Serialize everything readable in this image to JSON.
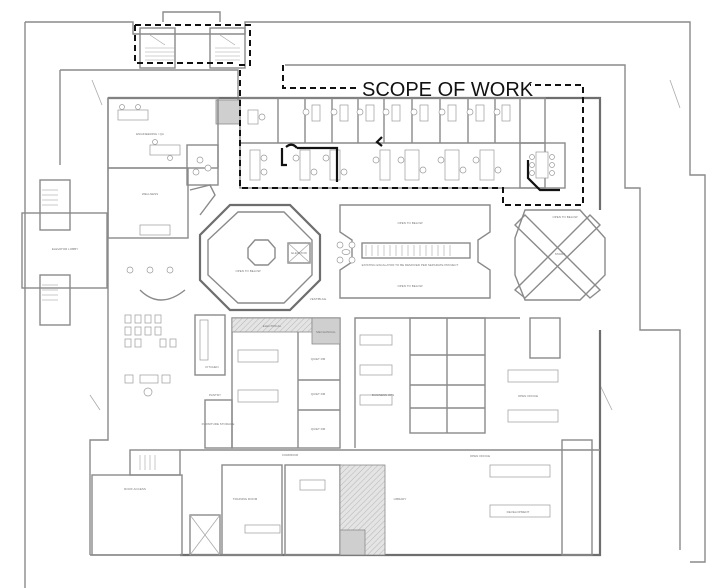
{
  "drawing": {
    "type": "architectural floor plan",
    "scope_label": "SCOPE OF WORK",
    "colors": {
      "background": "#ffffff",
      "walls": "#8a8a8a",
      "scope_line": "#111111",
      "shaded_rooms": "#cfcfcf"
    }
  },
  "labels": {
    "open_below_1": "OPEN TO BELOW",
    "open_below_2": "OPEN TO BELOW",
    "open_below_3": "OPEN TO BELOW",
    "open_below_4": "OPEN TO BELOW",
    "escalator_note": "EXISTING ESCALATOR TO BE REMOVED PER SEPARATE PROJECT",
    "elevator": "ELEVATOR",
    "vestibule": "VESTIBULE",
    "stairs": "STAIRS",
    "corridor_w": "CORRIDOR",
    "engineering": "ENGINEERING / QA",
    "wellness": "WELLNESS",
    "kitchen": "KITCHEN",
    "pantry": "PANTRY",
    "storage": "STORAGE",
    "electrical": "ELECTRICAL",
    "mechanical": "MECHANICAL",
    "quiet_rm": "QUIET RM",
    "business_ops": "BUSINESS OPS",
    "open_office": "OPEN OFFICE",
    "development": "DEVELOPMENT",
    "library": "LIBRARY",
    "corridor": "CORRIDOR",
    "training": "TRAINING ROOM",
    "storage_2": "FURNITURE STORAGE",
    "roof_access": "ROOF ACCESS",
    "elevator_lobby": "ELEVATOR LOBBY",
    "conference": "CONFERENCE"
  }
}
